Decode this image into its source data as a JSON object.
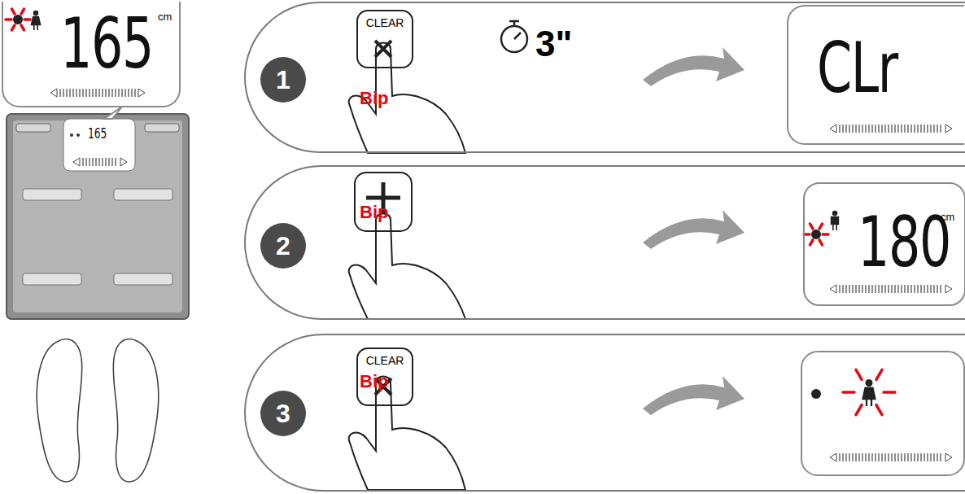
{
  "diagram": {
    "nodes": [
      {
        "text": [
          "165",
          "cm"
        ]
      },
      {
        "text": [
          "3\"",
          "Bip"
        ]
      },
      {
        "text": [
          "1"
        ],
        "in": 1
      },
      {
        "text": [
          "CLEAR"
        ],
        "in": 1
      },
      {
        "text": [
          "CLr"
        ],
        "in": 1
      },
      {
        "text": [
          "Bip"
        ]
      },
      {
        "text": [
          "2"
        ],
        "in": 5
      },
      {
        "text": [
          "180",
          "cm"
        ],
        "in": 5
      },
      {
        "text": [
          "Bip"
        ]
      },
      {
        "text": [
          "3"
        ],
        "in": 8
      },
      {
        "text": [
          "CLEAR"
        ],
        "in": 8
      }
    ],
    "labels": [
      "165"
    ]
  }
}
